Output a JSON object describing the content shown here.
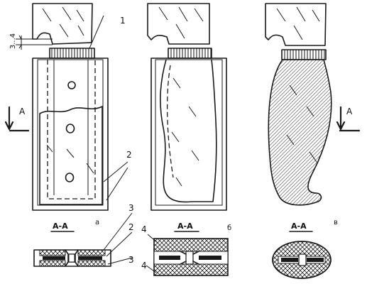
{
  "dimension_label": "3...4",
  "section_label": "A-A",
  "view_arrow_letter": "А",
  "panel_letters": [
    "а",
    "б",
    "в"
  ],
  "callouts": {
    "bolster": "1",
    "liner": "2",
    "plate": "3",
    "wrap": "4"
  },
  "colors": {
    "ink": "#1a1a1a",
    "paper": "#ffffff",
    "hatch": "#222222"
  }
}
